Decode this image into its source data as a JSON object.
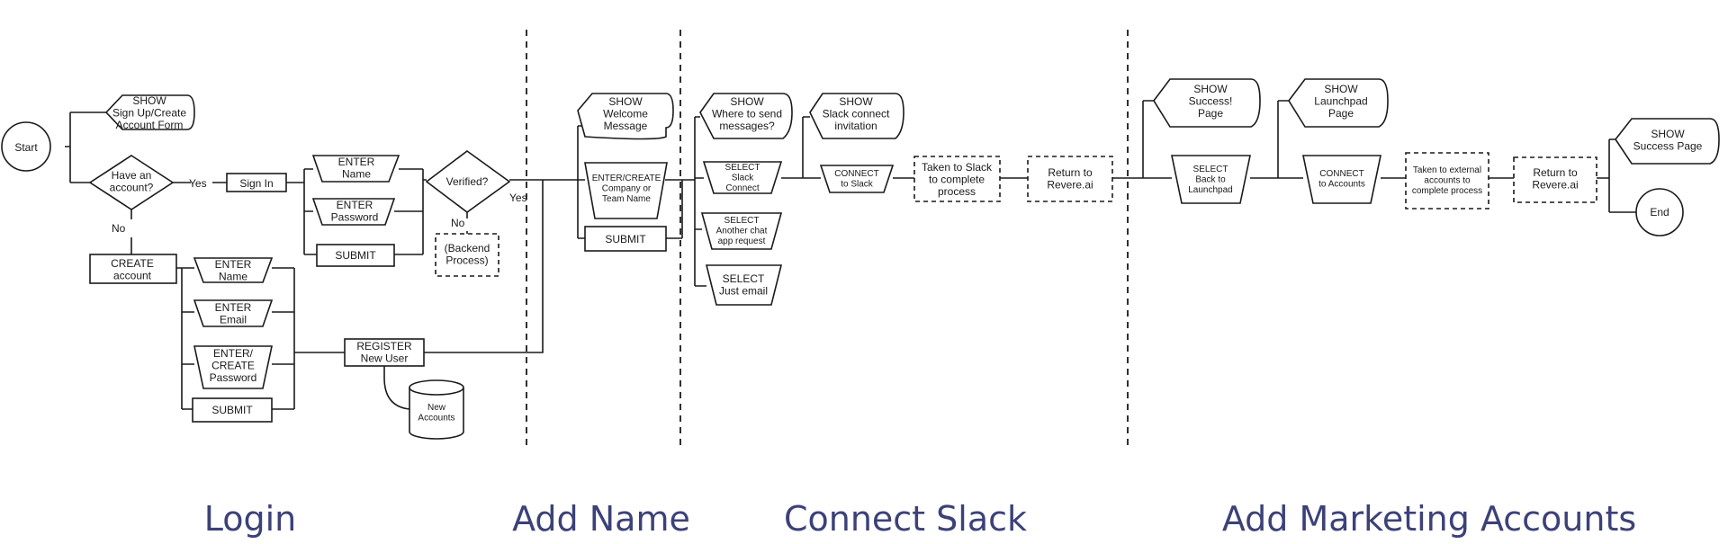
{
  "nodes": {
    "start": "Start",
    "show_signup": "SHOW\nSign Up/Create\nAccount Form",
    "have_account": "Have an\naccount?",
    "sign_in": "Sign In",
    "enter_name_login": "ENTER\nName",
    "enter_password_login": "ENTER\nPassword",
    "submit_login": "SUBMIT",
    "verified": "Verified?",
    "backend_process": "(Backend\nProcess)",
    "create_account": "CREATE\naccount",
    "enter_name_create": "ENTER\nName",
    "enter_email": "ENTER\nEmail",
    "enter_create_password": "ENTER/\nCREATE\nPassword",
    "submit_create": "SUBMIT",
    "register_user": "REGISTER\nNew User",
    "new_accounts": "New\nAccounts",
    "show_welcome": "SHOW\nWelcome\nMessage",
    "enter_company": "ENTER/CREATE\nCompany or\nTeam Name",
    "submit_name": "SUBMIT",
    "show_where_send": "SHOW\nWhere to send\nmessages?",
    "select_slack": "SELECT\nSlack\nConnect",
    "select_other_chat": "SELECT\nAnother chat\napp request",
    "select_email": "SELECT\nJust email",
    "show_slack_invite": "SHOW\nSlack connect\ninvitation",
    "connect_slack": "CONNECT\nto Slack",
    "taken_slack": "Taken to Slack\nto complete\nprocess",
    "return_revere_1": "Return to\nRevere.ai",
    "show_success": "SHOW\nSuccess!\nPage",
    "select_back": "SELECT\nBack to\nLaunchpad",
    "show_launchpad": "SHOW\nLaunchpad\nPage",
    "connect_accounts": "CONNECT\nto Accounts",
    "taken_external": "Taken to external\naccounts to\ncomplete process",
    "return_revere_2": "Return to\nRevere.ai",
    "show_success_page": "SHOW\nSuccess Page",
    "end": "End"
  },
  "edges": {
    "yes_1": "Yes",
    "no_1": "No",
    "yes_2": "Yes",
    "no_2": "No"
  },
  "sections": {
    "login": "Login",
    "add_name": "Add Name",
    "connect_slack": "Connect Slack",
    "add_marketing": "Add Marketing Accounts"
  }
}
